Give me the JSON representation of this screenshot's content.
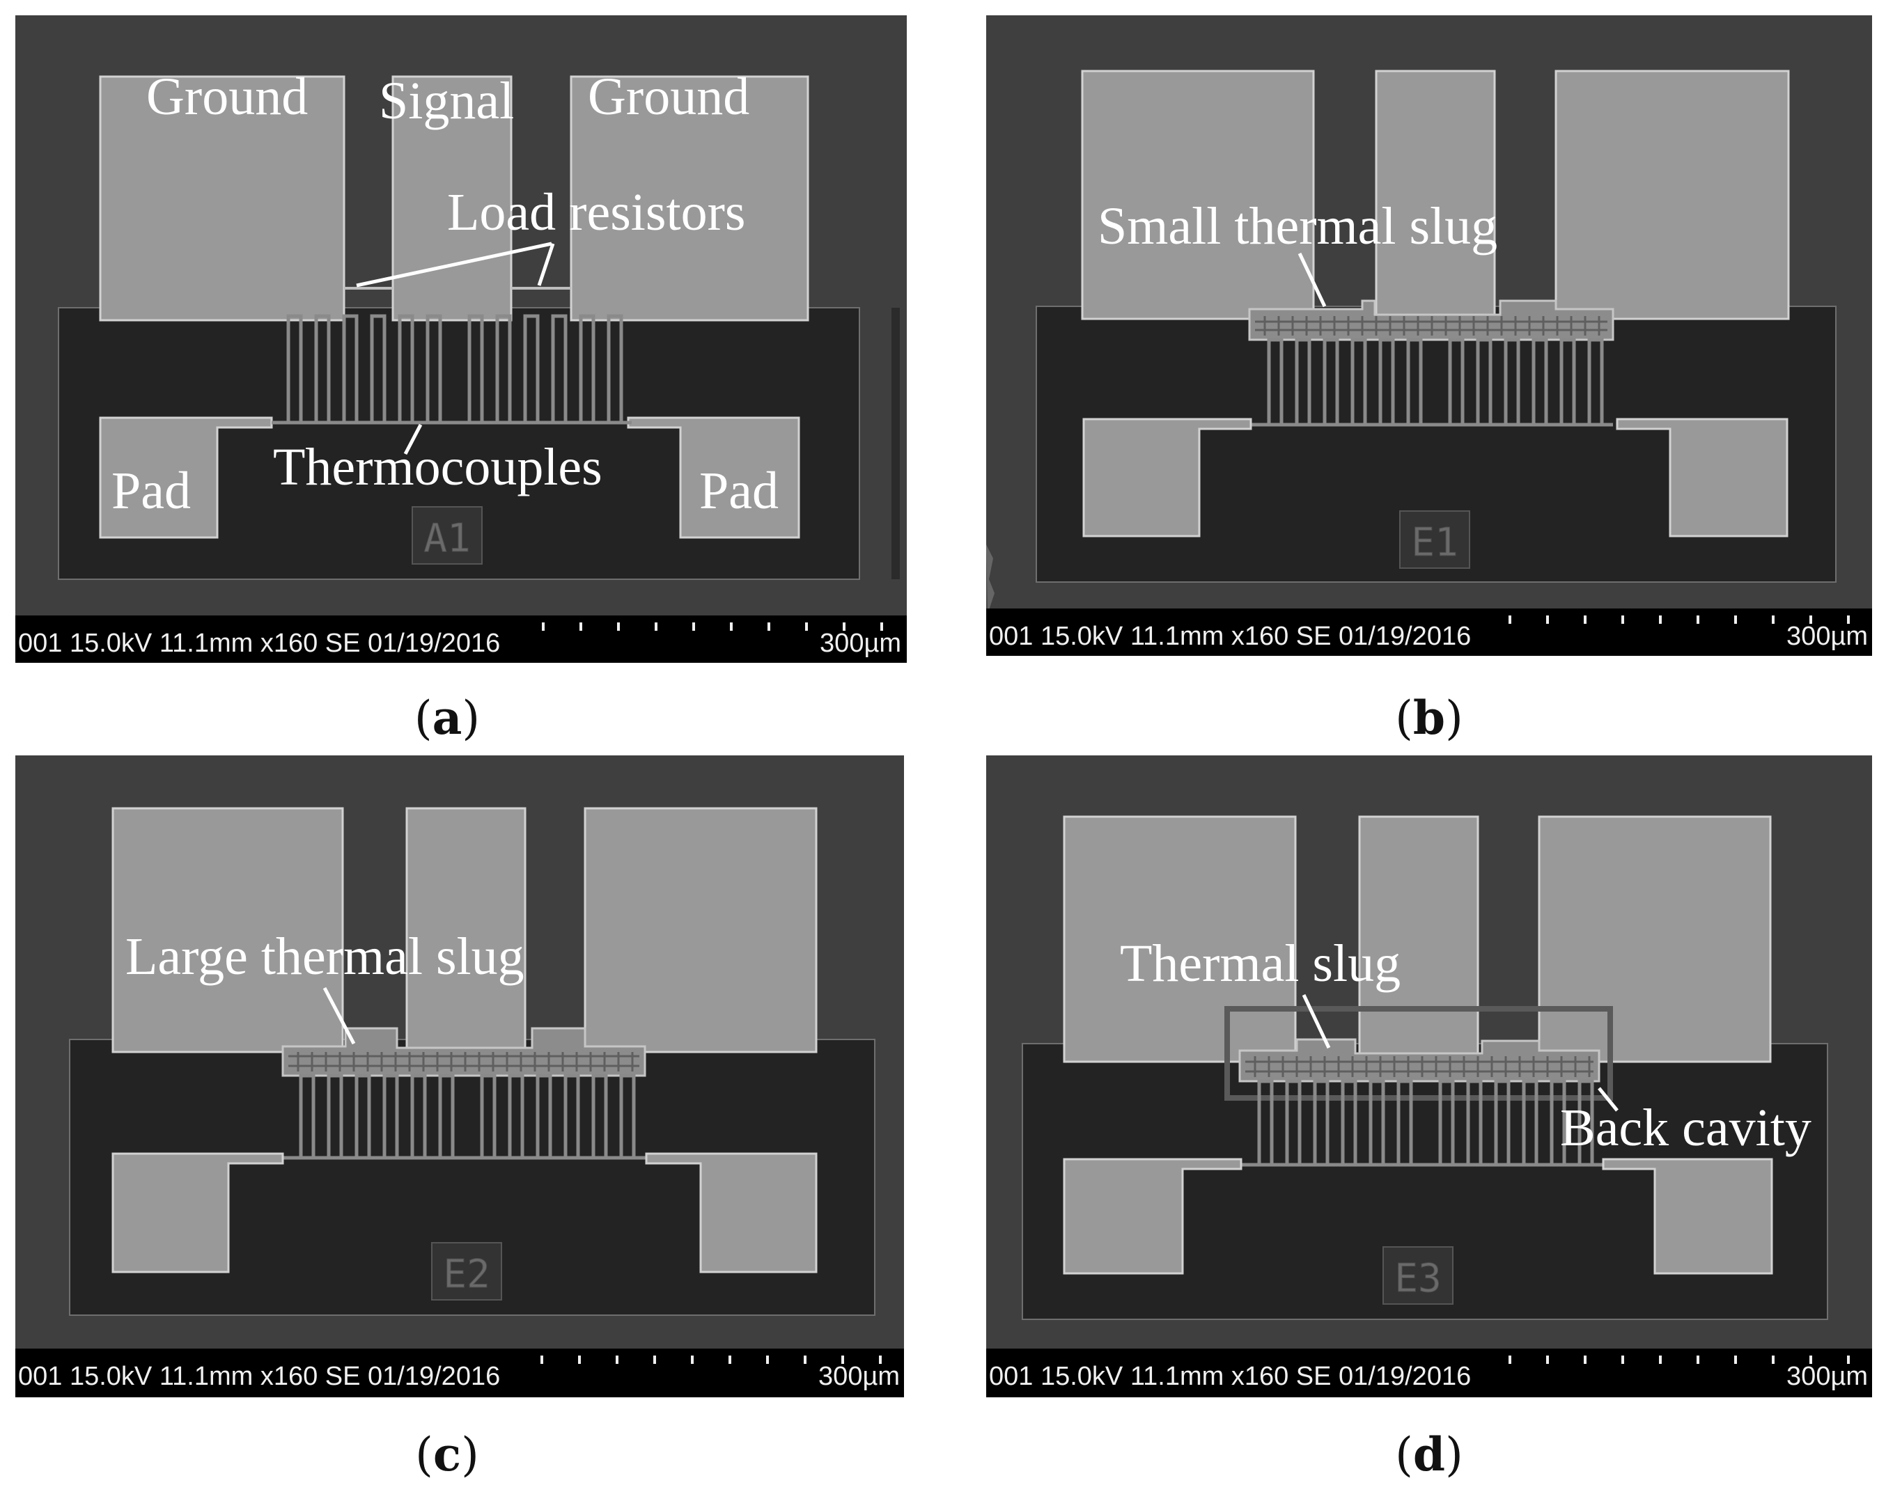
{
  "panels": [
    {
      "id": "a",
      "caption_letter": "a",
      "sample_label": "A1",
      "sem_info": "001 15.0kV 11.1mm x160 SE 01/19/2016",
      "scale_label": "300µm",
      "annotations": {
        "ground_left": "Ground",
        "signal": "Signal",
        "ground_right": "Ground",
        "load_resistors": "Load resistors",
        "thermocouples": "Thermocouples",
        "pad_left": "Pad",
        "pad_right": "Pad"
      }
    },
    {
      "id": "b",
      "caption_letter": "b",
      "sample_label": "E1",
      "sem_info": "001 15.0kV 11.1mm x160 SE 01/19/2016",
      "scale_label": "300µm",
      "annotations": {
        "slug": "Small thermal slug"
      }
    },
    {
      "id": "c",
      "caption_letter": "c",
      "sample_label": "E2",
      "sem_info": "001 15.0kV 11.1mm x160 SE 01/19/2016",
      "scale_label": "300µm",
      "annotations": {
        "slug": "Large thermal slug"
      }
    },
    {
      "id": "d",
      "caption_letter": "d",
      "sample_label": "E3",
      "sem_info": "001 15.0kV 11.1mm x160 SE 01/19/2016",
      "scale_label": "300µm",
      "annotations": {
        "slug": "Thermal slug",
        "back_cavity": "Back cavity"
      }
    }
  ]
}
